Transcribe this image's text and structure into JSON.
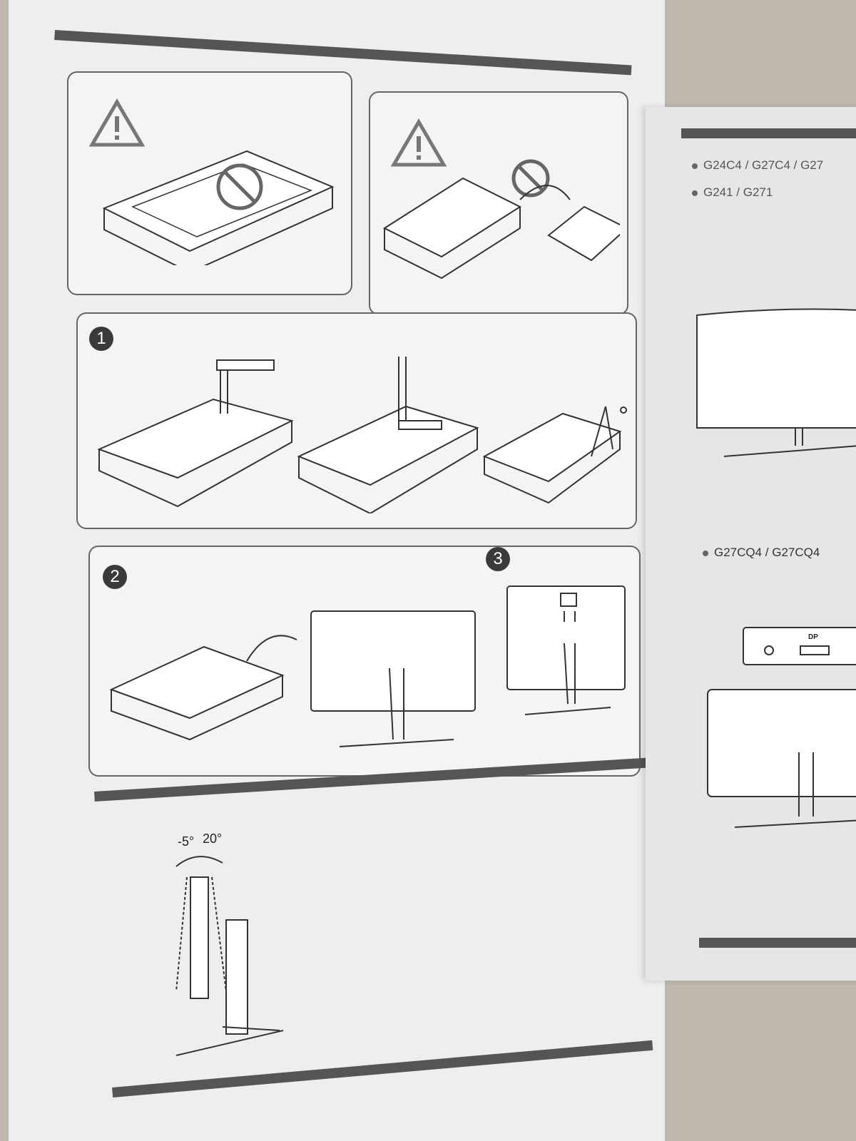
{
  "steps": {
    "one": "1",
    "two": "2",
    "three": "3"
  },
  "tilt": {
    "back": "-5°",
    "forward": "20°"
  },
  "right_page": {
    "models_a": "G24C4 / G27C4 / G27",
    "models_b": "G241 / G271",
    "models_c": "G27CQ4 / G27CQ4",
    "port_label": "DP"
  },
  "icons": [
    "warning-icon",
    "prohibited-icon",
    "curved-arrow-icon",
    "screw-icon"
  ]
}
